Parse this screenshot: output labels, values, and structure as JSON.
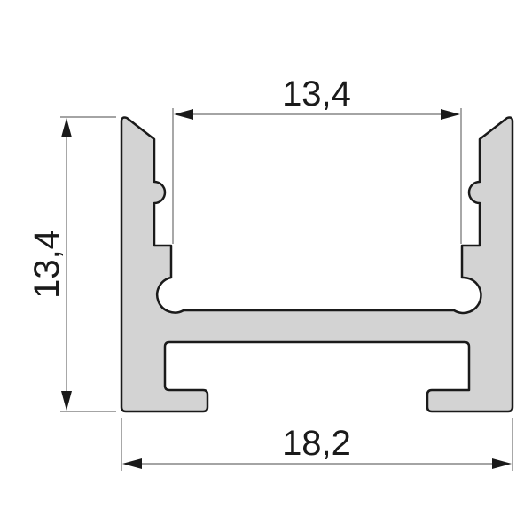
{
  "diagram": {
    "type": "technical-cross-section",
    "subject": "U-shaped aluminium profile",
    "colors": {
      "profile_fill": "#d3d3d3",
      "profile_stroke": "#1a1a1a",
      "dimension_line": "#6e6e6e",
      "arrow": "#1a1a1a",
      "text": "#1a1a1a",
      "background": "#ffffff"
    },
    "dimensions": {
      "inner_width": {
        "label": "13,4",
        "orientation": "horizontal",
        "position": "top"
      },
      "height": {
        "label": "13,4",
        "orientation": "vertical",
        "position": "left"
      },
      "outer_width": {
        "label": "18,2",
        "orientation": "horizontal",
        "position": "bottom"
      }
    }
  }
}
